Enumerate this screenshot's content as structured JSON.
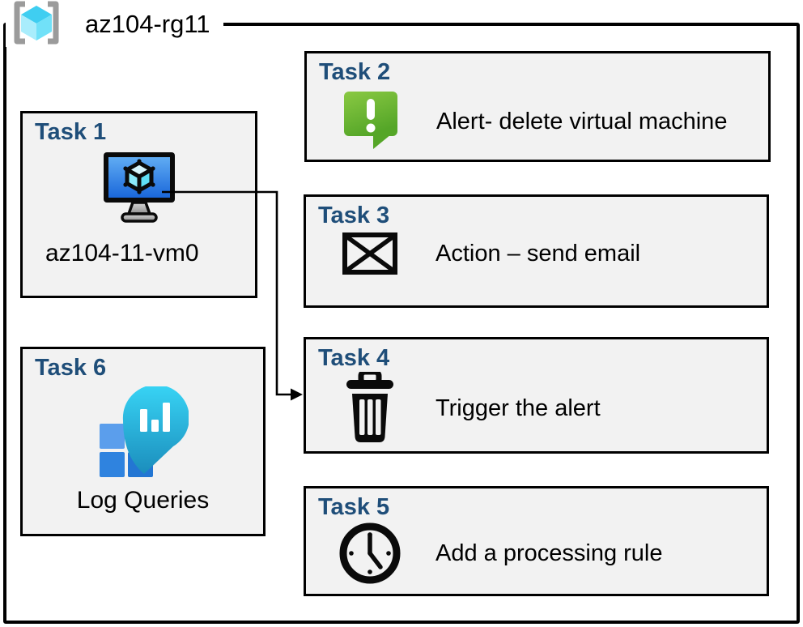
{
  "diagram": {
    "resource_group": {
      "label": "az104-rg11",
      "icon": "resource-group-icon"
    },
    "tasks": [
      {
        "id": "task1",
        "title": "Task 1",
        "icon": "virtual-machine-icon",
        "label": "az104-11-vm0"
      },
      {
        "id": "task2",
        "title": "Task 2",
        "icon": "alert-icon",
        "label": "Alert- delete virtual machine"
      },
      {
        "id": "task3",
        "title": "Task 3",
        "icon": "email-icon",
        "label": "Action – send email"
      },
      {
        "id": "task4",
        "title": "Task 4",
        "icon": "trash-icon",
        "label": "Trigger the alert"
      },
      {
        "id": "task5",
        "title": "Task 5",
        "icon": "clock-icon",
        "label": "Add a processing rule"
      },
      {
        "id": "task6",
        "title": "Task 6",
        "icon": "log-analytics-icon",
        "label": "Log Queries"
      }
    ],
    "connector": {
      "from": "task1",
      "to": "task4"
    },
    "colors": {
      "task_title": "#1F4E79",
      "box_fill": "#F2F2F2",
      "box_border": "#000000",
      "alert_green_light": "#86C73F",
      "alert_green_dark": "#55A628",
      "monitor_blue_light": "#60ACF3",
      "monitor_blue_dark": "#1A67DA",
      "log_teal_light": "#38D4F5",
      "log_teal_dark": "#1B8DBC",
      "log_square_blue": "#5B9EEC",
      "rg_cyan": "#3FCEF1",
      "bracket_gray": "#9B9B9B"
    }
  }
}
